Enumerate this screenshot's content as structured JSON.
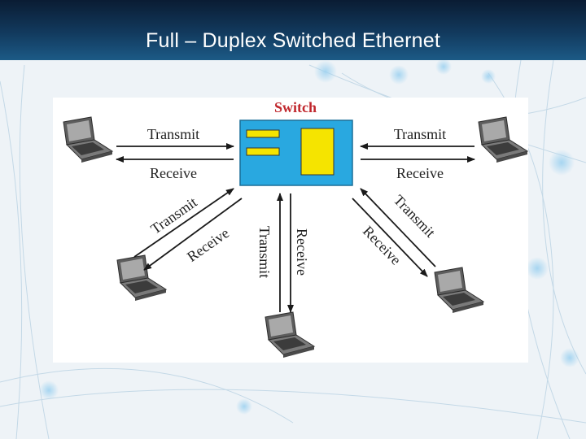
{
  "slide": {
    "title": "Full – Duplex  Switched  Ethernet"
  },
  "diagram": {
    "switch_label": "Switch",
    "links": [
      {
        "transmit": "Transmit",
        "receive": "Receive"
      },
      {
        "transmit": "Transmit",
        "receive": "Receive"
      },
      {
        "transmit": "Transmit",
        "receive": "Receive"
      },
      {
        "transmit": "Transmit",
        "receive": "Receive"
      },
      {
        "transmit": "Transmit",
        "receive": "Receive"
      }
    ]
  },
  "colors": {
    "switch_fill": "#29a8e0",
    "switch_label": "#c0272d",
    "port_fill": "#f5e400",
    "arrow": "#1a1a1a",
    "title_bar": "#123a5e"
  },
  "icons": [
    "laptop-icon"
  ]
}
